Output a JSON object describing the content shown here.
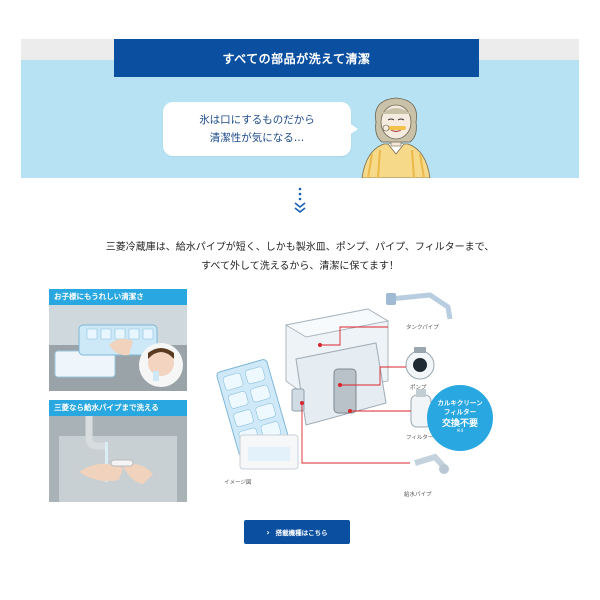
{
  "header": {
    "title": "すべての部品が洗えて清潔"
  },
  "bubble": {
    "line1": "氷は口にするものだから",
    "line2": "清潔性が気になる…"
  },
  "lead": {
    "line1": "三菱冷蔵庫は、給水パイプが短く、しかも製氷皿、ポンプ、パイプ、フィルターまで、",
    "line2": "すべて外して洗えるから、清潔に保てます！"
  },
  "photos": [
    {
      "label": "お子様にもうれしい清潔さ"
    },
    {
      "label": "三菱なら給水パイプまで洗える"
    }
  ],
  "diagram": {
    "tank_pipe": "タンクパイプ",
    "pump": "ポンプ",
    "filter": "フィルター",
    "supply_pipe": "給水パイプ",
    "image_note": "イメージ図"
  },
  "badge": {
    "line1": "カルキクリーン",
    "line2": "フィルター",
    "line3": "交換不要",
    "note": "※4"
  },
  "cta": {
    "label": "搭載機種はこちら"
  },
  "colors": {
    "brand_blue": "#0b4fa1",
    "sky": "#b7e2f3",
    "accent_cyan": "#29a7e1",
    "red_leader": "#d9262c"
  }
}
